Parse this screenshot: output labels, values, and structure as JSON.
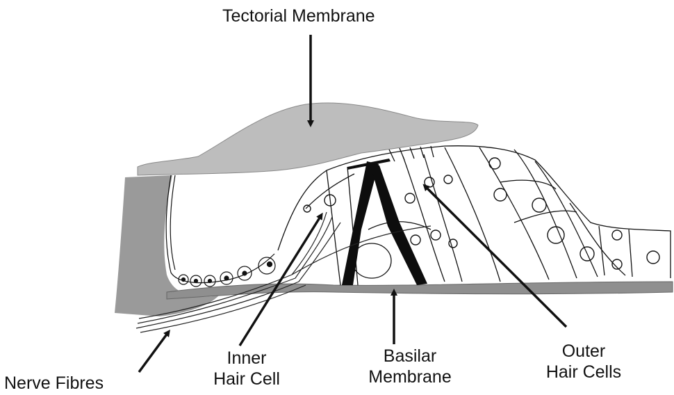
{
  "labels": {
    "tectorial_membrane": "Tectorial Membrane",
    "nerve_fibres": "Nerve Fibres",
    "inner_hair_cell": [
      "Inner",
      "Hair Cell"
    ],
    "basilar_membrane": [
      "Basilar",
      "Membrane"
    ],
    "outer_hair_cells": [
      "Outer",
      "Hair Cells"
    ]
  },
  "colors": {
    "tectorial_fill": "#bdbdbd",
    "wall_fill": "#9a9a9a",
    "line": "#111111",
    "background": "#ffffff"
  }
}
